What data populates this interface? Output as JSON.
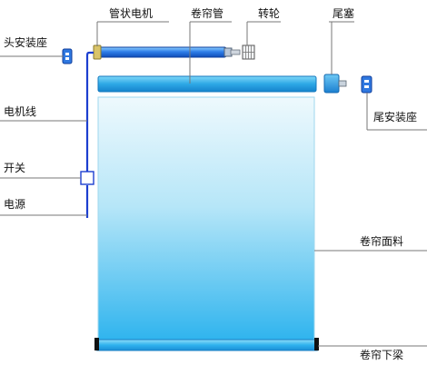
{
  "labels": {
    "head_bracket": "头安装座",
    "tube_motor": "管状电机",
    "roller_tube": "卷帘管",
    "wheel": "转轮",
    "end_plug": "尾塞",
    "tail_bracket": "尾安装座",
    "motor_wire": "电机线",
    "switch": "开关",
    "power": "电源",
    "fabric": "卷帘面料",
    "bottom_rail": "卷帘下梁"
  },
  "colors": {
    "blue_dark": "#1a6fd6",
    "blue_mid": "#49bff0",
    "blue_light": "#dff3fb",
    "wire": "#1c3fd0",
    "leader": "#777777",
    "text": "#111111"
  }
}
